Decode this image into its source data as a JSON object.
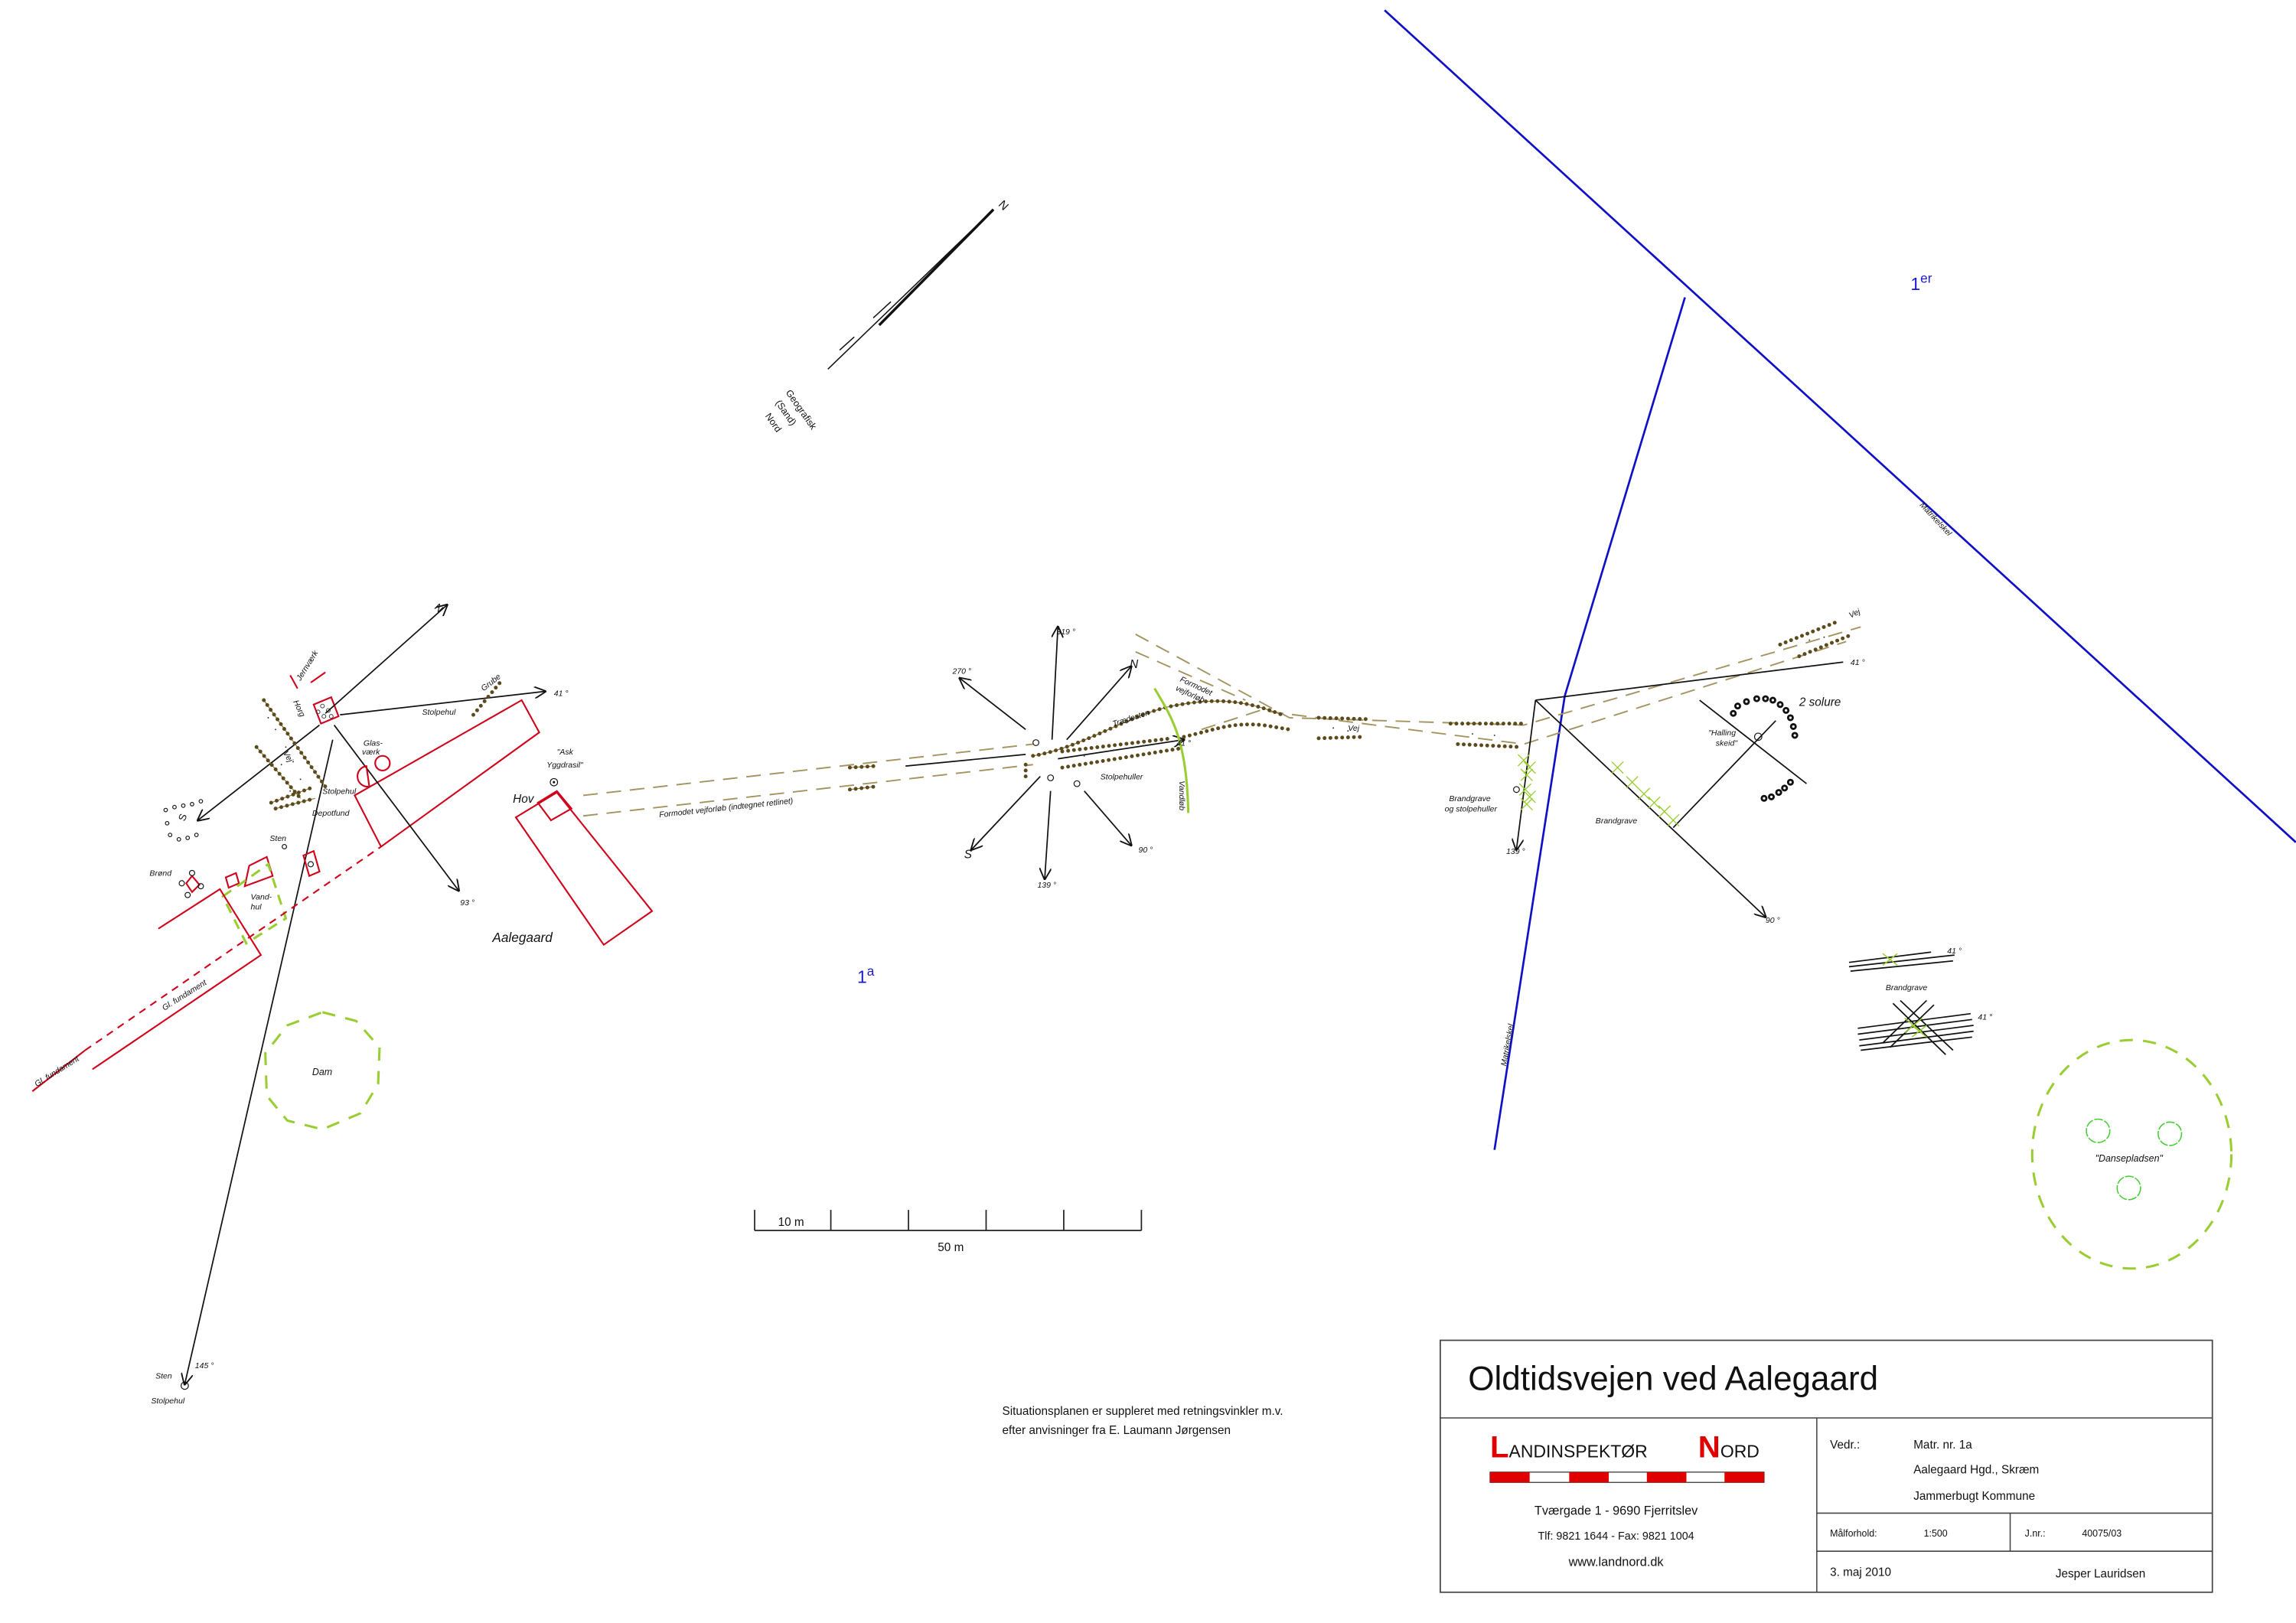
{
  "map": {
    "parcels": {
      "upper": "1",
      "upper_sup": "er",
      "lower": "1",
      "lower_sup": "a"
    },
    "boundary_label": "Matrikelskel",
    "geo_north": {
      "n": "N",
      "line1": "Geografisk",
      "line2": "(Sand)",
      "line3": "Nord"
    },
    "left": {
      "n": "N",
      "s": "S",
      "a41": "41 °",
      "a93": "93 °",
      "a145": "145 °",
      "jernvaerk": "Jernværk",
      "horg": "Horg",
      "vej": "Vej",
      "stolpehul_top": "Stolpehul",
      "grube": "Grube",
      "glas1": "Glas-",
      "glas2": "værk",
      "stolpehul": "Stolpehul",
      "depotfund": "Depotfund",
      "sten": "Sten",
      "brond": "Brønd",
      "vand1": "Vand-",
      "vand2": "hul",
      "ask1": "\"Ask",
      "ask2": "Yggdrasil\"",
      "hov": "Hov",
      "aalegaard": "Aalegaard",
      "fund1": "Gl. fundament",
      "fund2": "Gl. fundament",
      "dam": "Dam",
      "sten_bottom": "Sten",
      "stolpehul_bottom": "Stolpehul"
    },
    "road_label": "Formodet vejforløb (indtegnet retlinet)",
    "center": {
      "a319": "319 °",
      "a270": "270 °",
      "n": "N",
      "s": "S",
      "a139": "139 °",
      "a90": "90 °",
      "a41": "41 °",
      "traedesten": "Trædesten",
      "formodet1": "Formodet",
      "formodet2": "vejforløb",
      "vandlob": "Vandløb",
      "stolpehuller": "Stolpehuller",
      "vej": "Vej"
    },
    "right": {
      "brand1": "Brandgrave",
      "brand2": "og stolpehuller",
      "a139": "139 °",
      "a41": "41 °",
      "a90": "90 °",
      "vej": "Vej",
      "solure": "2 solure",
      "halling1": "\"Halling",
      "halling2": "skeid\"",
      "brandgrave": "Brandgrave",
      "bg_a41_1": "41 °",
      "bg_label": "Brandgrave",
      "bg_a41_2": "41 °",
      "danse": "\"Dansepladsen\""
    },
    "scale": {
      "unit": "10 m",
      "total": "50 m"
    },
    "note": {
      "line1": "Situationsplanen er suppleret med retningsvinkler m.v.",
      "line2": "efter anvisninger fra E. Laumann Jørgensen"
    }
  },
  "title_block": {
    "title": "Oldtidsvejen ved Aalegaard",
    "logo": {
      "l": "L",
      "rest1": "ANDINSPEKTØR",
      "n": "N",
      "rest2": "ORD"
    },
    "address": "Tværgade 1 - 9690 Fjerritslev",
    "phone": "Tlf: 9821 1644 - Fax: 9821 1004",
    "web": "www.landnord.dk",
    "vedr_label": "Vedr.:",
    "vedr": [
      "Matr. nr. 1a",
      "Aalegaard Hgd., Skræm",
      "Jammerbugt Kommune"
    ],
    "scale_label": "Målforhold:",
    "scale": "1:500",
    "jnr_label": "J.nr.:",
    "jnr": "40075/03",
    "date": "3. maj 2010",
    "author": "Jesper Lauridsen"
  },
  "colors": {
    "boundary": "#1010c8",
    "building": "#d0021b",
    "vegetation": "#9acd32",
    "road": "#a39460",
    "logo_red": "#e00000"
  }
}
